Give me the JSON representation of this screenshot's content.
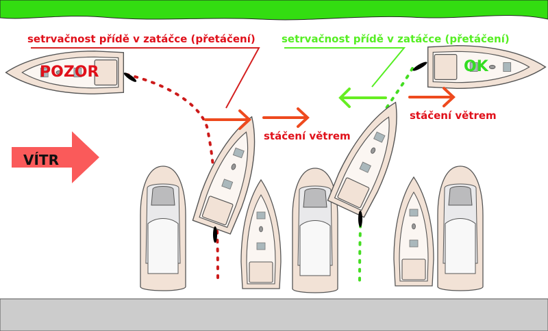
{
  "labels": {
    "inertia_bad": "setrvačnost přídě v zatáčce (přetáčení)",
    "inertia_good": "setrvačnost přídě v zatáčce (přetáčení)",
    "wind_drift_left": "stáčení větrem",
    "wind_drift_right": "stáčení větrem",
    "warning": "POZOR",
    "ok": "OK",
    "wind": "VÍTR"
  },
  "colors": {
    "shore": "#33dd11",
    "pier": "#cccccc",
    "bad": "#e0101a",
    "drift_arrow": "#ee4a1e",
    "good": "#55ee22",
    "wind_arrow": "#fa5a5a",
    "hull": "#f2e2d6",
    "deck": "#fbf6f2"
  }
}
